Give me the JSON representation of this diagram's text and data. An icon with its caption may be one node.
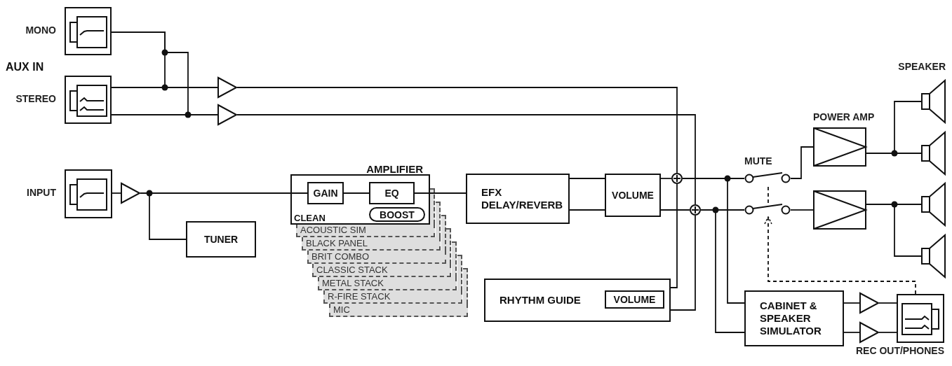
{
  "diagram": {
    "nodes": [
      {
        "text": [],
        "shape": "jack",
        "beside": [
          "MONO"
        ]
      },
      {
        "text": [],
        "shape": "jack",
        "beside": [
          "STEREO"
        ]
      },
      {
        "text": [],
        "shape": "triangle"
      },
      {
        "text": [],
        "shape": "triangle"
      },
      {
        "text": [],
        "shape": "jack",
        "beside": [
          "INPUT"
        ]
      },
      {
        "text": [],
        "shape": "triangle"
      },
      {
        "text": [
          "TUNER"
        ]
      },
      {
        "text": [
          "AMPLIFIER",
          "CLEAN"
        ]
      },
      {
        "text": [
          "GAIN"
        ],
        "in": 7
      },
      {
        "text": [
          "EQ"
        ],
        "in": 7
      },
      {
        "text": [
          "BOOST"
        ],
        "in": 7
      },
      {
        "text": [
          "ACOUSTIC SIM"
        ]
      },
      {
        "text": [
          "BLACK PANEL"
        ]
      },
      {
        "text": [
          "BRIT COMBO"
        ]
      },
      {
        "text": [
          "CLASSIC STACK"
        ]
      },
      {
        "text": [
          "METAL STACK"
        ]
      },
      {
        "text": [
          "R-FIRE STACK"
        ]
      },
      {
        "text": [
          "MIC"
        ]
      },
      {
        "text": [
          "EFX DELAY/REVERB"
        ]
      },
      {
        "text": [
          "VOLUME"
        ]
      },
      {
        "text": [],
        "shape": "circle"
      },
      {
        "text": [],
        "shape": "circle"
      },
      {
        "text": [
          "RHYTHM GUIDE"
        ]
      },
      {
        "text": [
          "VOLUME"
        ],
        "in": 22
      },
      {
        "text": [],
        "shape": "switch",
        "beside": [
          "MUTE"
        ]
      },
      {
        "text": [],
        "shape": "switch"
      },
      {
        "text": [],
        "shape": "box",
        "beside": [
          "POWER AMP"
        ]
      },
      {
        "text": [],
        "shape": "box"
      },
      {
        "text": [],
        "shape": "speaker",
        "beside": [
          "SPEAKER"
        ]
      },
      {
        "text": [],
        "shape": "speaker"
      },
      {
        "text": [],
        "shape": "speaker"
      },
      {
        "text": [],
        "shape": "speaker"
      },
      {
        "text": [
          "CABINET & SPEAKER SIMULATOR"
        ]
      },
      {
        "text": [],
        "shape": "triangle"
      },
      {
        "text": [],
        "shape": "triangle"
      },
      {
        "text": [],
        "shape": "jack",
        "beside": [
          "REC OUT/PHONES"
        ]
      }
    ],
    "edges": [
      {
        "from": 0,
        "to": 2,
        "arrow": "none"
      },
      {
        "from": 0,
        "to": 3,
        "arrow": "none"
      },
      {
        "from": 1,
        "to": 2,
        "arrow": "none"
      },
      {
        "from": 1,
        "to": 3,
        "arrow": "none"
      },
      {
        "from": 2,
        "to": 20,
        "arrow": "none"
      },
      {
        "from": 3,
        "to": 21,
        "arrow": "none"
      },
      {
        "from": 4,
        "to": 5,
        "arrow": "none"
      },
      {
        "from": 5,
        "to": 8,
        "arrow": "none"
      },
      {
        "from": 5,
        "to": 6,
        "arrow": "none"
      },
      {
        "from": 8,
        "to": 9,
        "arrow": "none"
      },
      {
        "from": 9,
        "to": 18,
        "arrow": "none"
      },
      {
        "from": 18,
        "to": 19,
        "arrow": "none"
      },
      {
        "from": 18,
        "to": 19,
        "arrow": "none"
      },
      {
        "from": 19,
        "to": 20,
        "arrow": "none"
      },
      {
        "from": 19,
        "to": 21,
        "arrow": "none"
      },
      {
        "from": 22,
        "to": 20,
        "arrow": "none"
      },
      {
        "from": 22,
        "to": 21,
        "arrow": "none"
      },
      {
        "from": 20,
        "to": 24,
        "arrow": "none"
      },
      {
        "from": 20,
        "to": 32,
        "arrow": "none"
      },
      {
        "from": 21,
        "to": 25,
        "arrow": "none"
      },
      {
        "from": 21,
        "to": 32,
        "arrow": "none"
      },
      {
        "from": 24,
        "to": 26,
        "arrow": "none"
      },
      {
        "from": 25,
        "to": 27,
        "arrow": "none"
      },
      {
        "from": 26,
        "to": 28,
        "arrow": "none"
      },
      {
        "from": 26,
        "to": 29,
        "arrow": "none"
      },
      {
        "from": 27,
        "to": 30,
        "arrow": "none"
      },
      {
        "from": 27,
        "to": 31,
        "arrow": "none"
      },
      {
        "from": 32,
        "to": 33,
        "arrow": "none"
      },
      {
        "from": 32,
        "to": 34,
        "arrow": "none"
      },
      {
        "from": 33,
        "to": 35,
        "arrow": "none"
      },
      {
        "from": 34,
        "to": 35,
        "arrow": "none"
      },
      {
        "from": 35,
        "to": 25,
        "arrow": "to",
        "style": "dashed"
      },
      {
        "from": 25,
        "to": 24,
        "arrow": "none",
        "style": "dashed"
      }
    ],
    "labels": [
      "AUX IN"
    ]
  }
}
